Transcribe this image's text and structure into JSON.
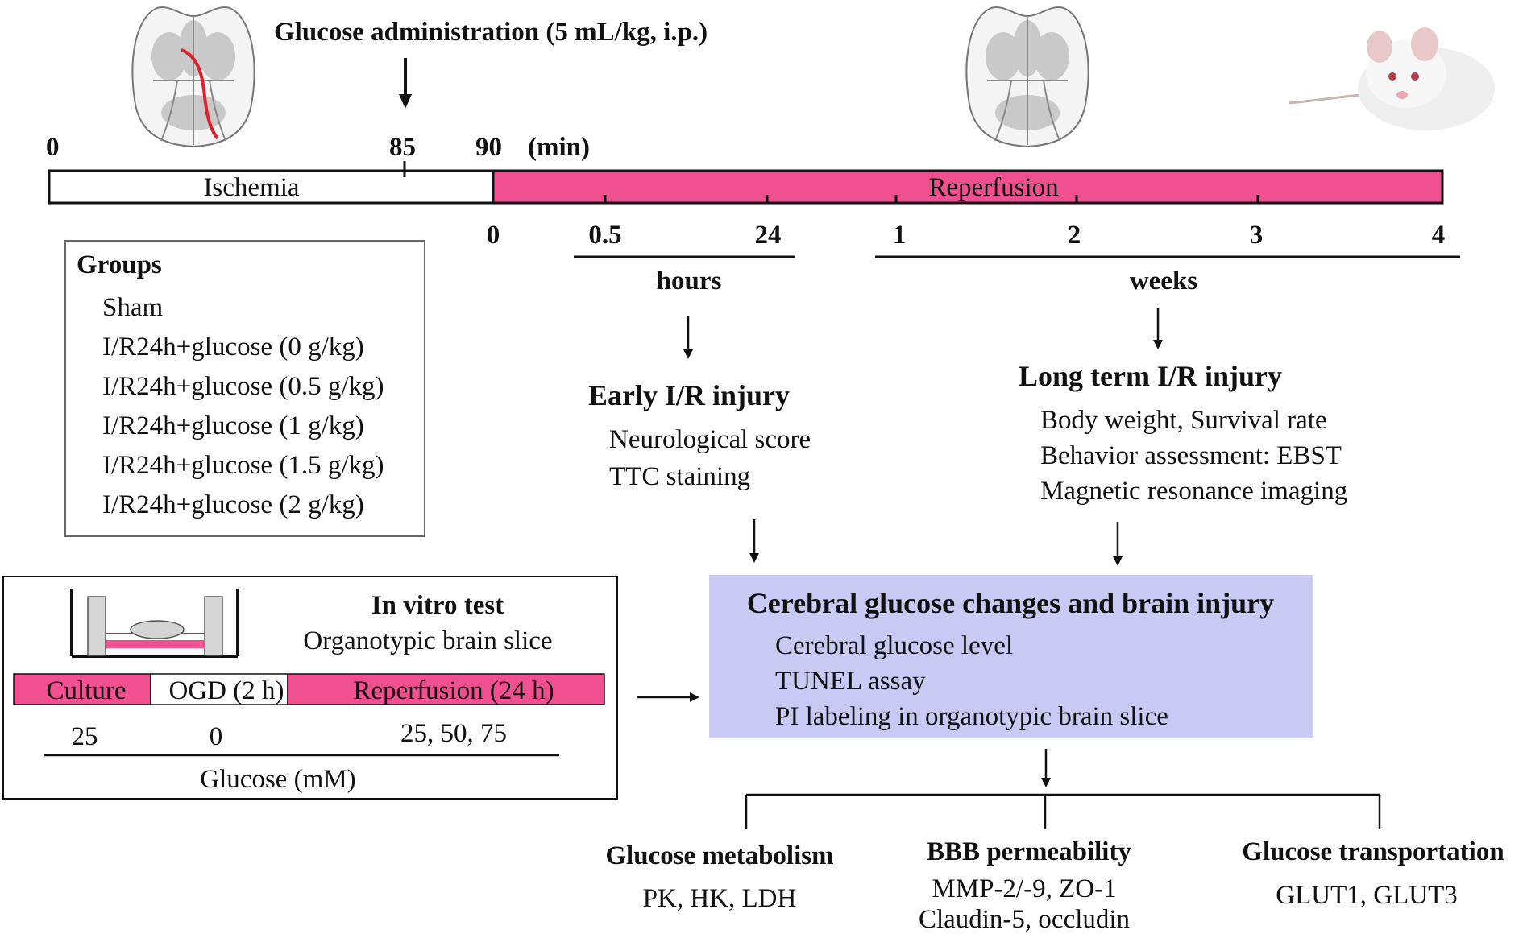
{
  "timeline": {
    "admin_label": "Glucose administration (5 mL/kg, i.p.)",
    "min_ticks": [
      "0",
      "85",
      "90"
    ],
    "min_unit": "(min)",
    "ischemia_label": "Ischemia",
    "reperfusion_label": "Reperfusion",
    "reperfusion_ticks": [
      "0",
      "0.5",
      "24",
      "1",
      "2",
      "3",
      "4"
    ],
    "hours_label": "hours",
    "weeks_label": "weeks"
  },
  "groups": {
    "title": "Groups",
    "items": [
      "Sham",
      "I/R24h+glucose (0 g/kg)",
      "I/R24h+glucose (0.5 g/kg)",
      "I/R24h+glucose (1 g/kg)",
      "I/R24h+glucose (1.5 g/kg)",
      "I/R24h+glucose (2 g/kg)"
    ]
  },
  "early": {
    "title": "Early I/R injury",
    "items": [
      "Neurological score",
      "TTC staining"
    ]
  },
  "longterm": {
    "title": "Long term I/R injury",
    "items": [
      "Body weight, Survival rate",
      "Behavior assessment: EBST",
      "Magnetic resonance imaging"
    ]
  },
  "invitro": {
    "title": "In vitro test",
    "subtitle": "Organotypic brain slice",
    "phases": [
      "Culture",
      "OGD (2 h)",
      "Reperfusion (24 h)"
    ],
    "values": [
      "25",
      "0",
      "25, 50, 75"
    ],
    "unit_label": "Glucose (mM)"
  },
  "central": {
    "title": "Cerebral glucose changes and brain injury",
    "items": [
      "Cerebral glucose level",
      "TUNEL assay",
      "PI labeling in organotypic brain slice"
    ]
  },
  "outcomes": [
    {
      "title": "Glucose metabolism",
      "lines": [
        "PK, HK, LDH"
      ]
    },
    {
      "title": "BBB permeability",
      "lines": [
        "MMP-2/-9, ZO-1",
        "Claudin-5, occludin"
      ]
    },
    {
      "title": "Glucose transportation",
      "lines": [
        "GLUT1, GLUT3"
      ]
    }
  ],
  "colors": {
    "reperfusion_pink": "#f0508f",
    "central_box": "#c8caf3",
    "brain_gray": "#c9c9c9",
    "artery_red": "#e0202a"
  }
}
